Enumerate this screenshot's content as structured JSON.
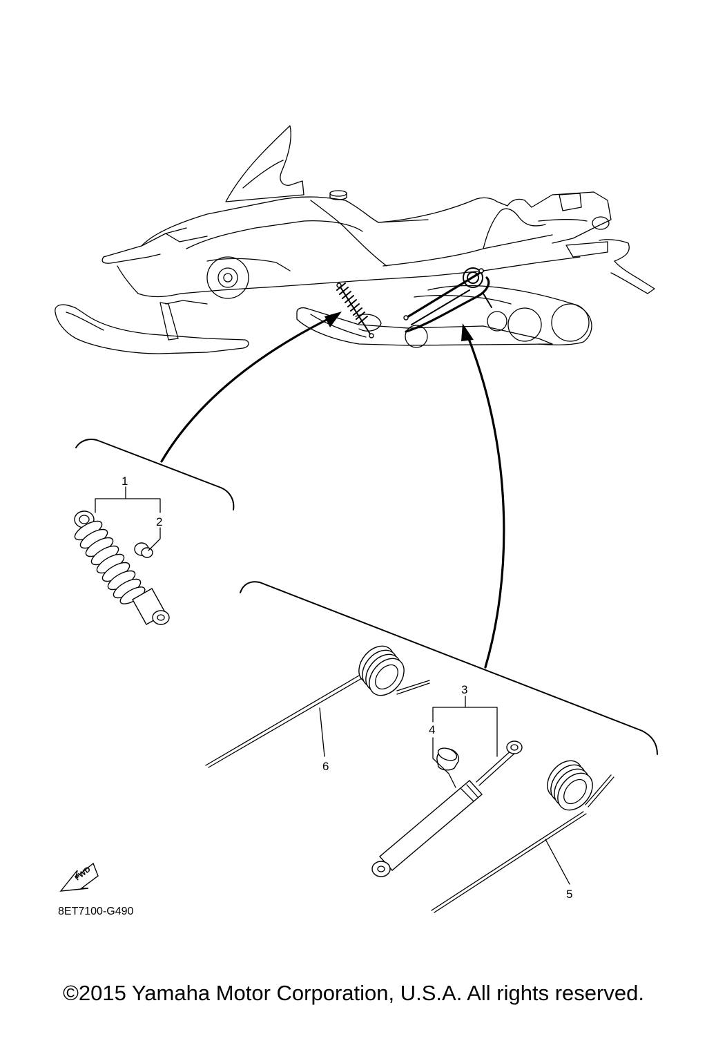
{
  "diagram": {
    "callouts": [
      "1",
      "2",
      "3",
      "4",
      "5",
      "6"
    ],
    "reference_code": "8ET7100-G490",
    "fwd_label": "FWD",
    "copyright": "©2015 Yamaha Motor Corporation, U.S.A. All rights reserved."
  }
}
